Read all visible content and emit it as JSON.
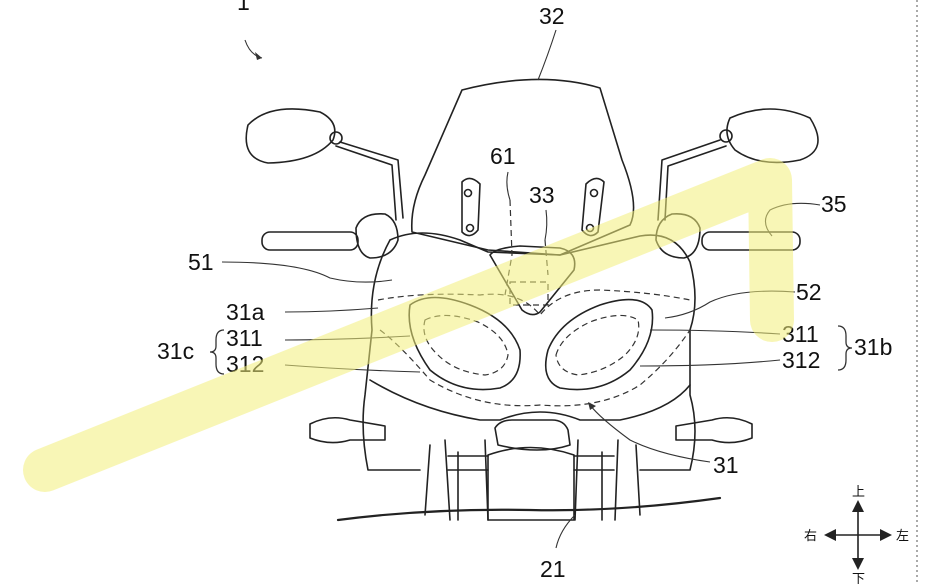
{
  "labels": {
    "fig_ref": "1",
    "windscreen": "32",
    "part_61": "61",
    "part_33": "33",
    "part_35": "35",
    "part_51": "51",
    "part_52": "52",
    "left_31a": "31a",
    "left_311": "311",
    "left_312": "312",
    "left_group": "31c",
    "right_311": "311",
    "right_312": "312",
    "right_group": "31b",
    "part_31": "31",
    "part_21": "21"
  },
  "directions": {
    "up": "上",
    "down": "下",
    "right": "右",
    "left": "左"
  },
  "colors": {
    "line": "#222222",
    "highlight": "#f3ee7a",
    "border": "#555555"
  }
}
